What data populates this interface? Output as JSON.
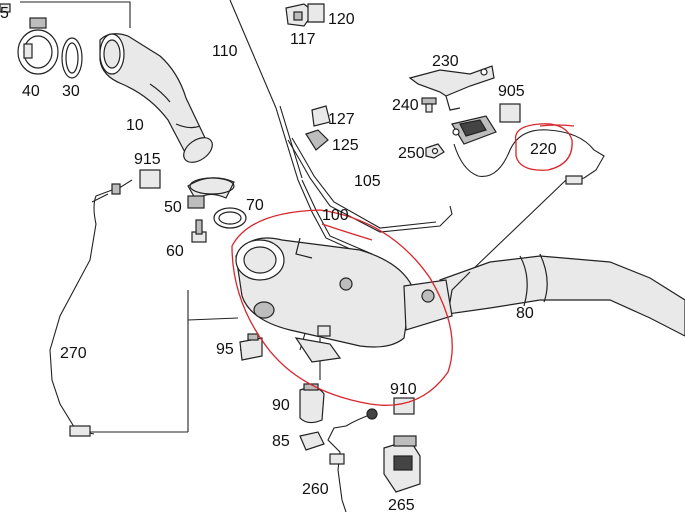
{
  "labels": {
    "p5": "5",
    "p10": "10",
    "p30": "30",
    "p40": "40",
    "p50": "50",
    "p60": "60",
    "p70": "70",
    "p80": "80",
    "p85": "85",
    "p90": "90",
    "p95": "95",
    "p100": "100",
    "p105": "105",
    "p110": "110",
    "p117": "117",
    "p120": "120",
    "p125": "125",
    "p127": "127",
    "p220": "220",
    "p230": "230",
    "p240": "240",
    "p250": "250",
    "p260": "260",
    "p265": "265",
    "p270": "270",
    "p905": "905",
    "p910": "910",
    "p915": "915"
  },
  "colors": {
    "line": "#222222",
    "part_fill": "#e9e9e9",
    "part_dark": "#bdbdbd",
    "annotation": "#d8262b",
    "background": "#ffffff"
  }
}
